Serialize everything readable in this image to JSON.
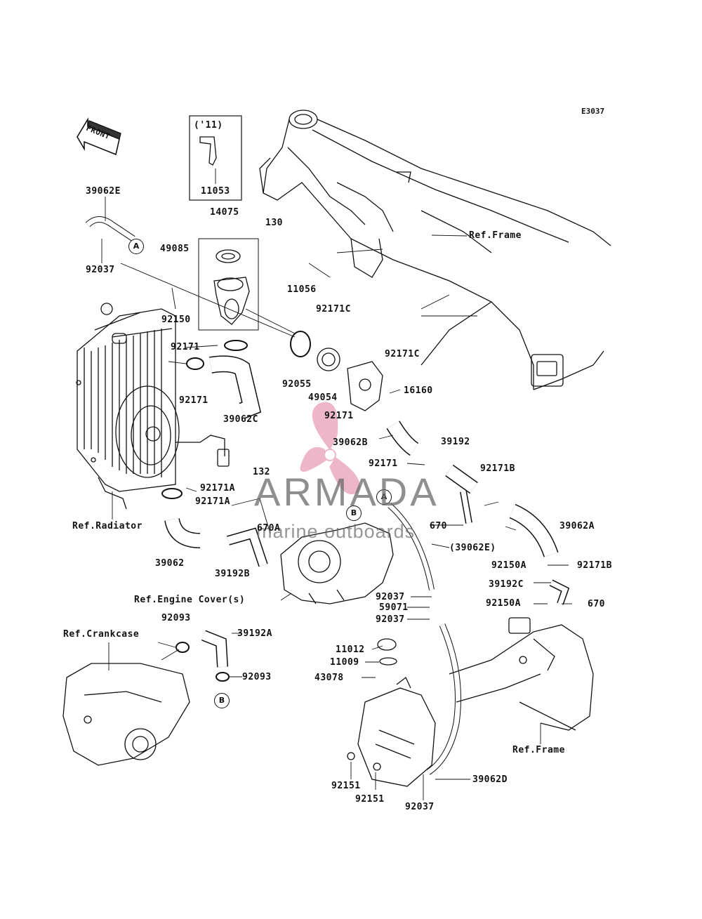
{
  "diagram_code": "E3037",
  "front_label": "FRONT",
  "year_note": "('11)",
  "watermark": {
    "title": "ARMADA",
    "subtitle": "marine outboards"
  },
  "callouts": {
    "a": "A",
    "b": "B"
  },
  "parts": {
    "p39062E": "39062E",
    "p92037_top": "92037",
    "p11053": "11053",
    "p14075": "14075",
    "p49085": "49085",
    "p130": "130",
    "p11056": "11056",
    "p92171C_1": "92171C",
    "p92171C_2": "92171C",
    "p92150": "92150",
    "p92171_a": "92171",
    "p92171_b": "92171",
    "p92055": "92055",
    "p49054": "49054",
    "p16160": "16160",
    "p39062C": "39062C",
    "p92171_c": "92171",
    "p39062B": "39062B",
    "p39192": "39192",
    "p92171_d": "92171",
    "p92171B_1": "92171B",
    "p132": "132",
    "p92171A_1": "92171A",
    "p92171A_2": "92171A",
    "p670A": "670A",
    "p670_1": "670",
    "p39062A": "39062A",
    "p39062E_ref": "(39062E)",
    "p92150A_1": "92150A",
    "p92171B_2": "92171B",
    "p39192C": "39192C",
    "p92150A_2": "92150A",
    "p670_2": "670",
    "p39062": "39062",
    "p39192B": "39192B",
    "p92037_a": "92037",
    "p59071": "59071",
    "p92037_b": "92037",
    "p92093_1": "92093",
    "p39192A": "39192A",
    "p92093_2": "92093",
    "p11012": "11012",
    "p11009": "11009",
    "p43078": "43078",
    "p92151_1": "92151",
    "p92151_2": "92151",
    "p92037_c": "92037",
    "p39062D": "39062D"
  },
  "refs": {
    "frame_top": "Ref.Frame",
    "radiator": "Ref.Radiator",
    "engine_cover": "Ref.Engine Cover(s)",
    "crankcase": "Ref.Crankcase",
    "frame_bottom": "Ref.Frame"
  },
  "colors": {
    "ink": "#111111",
    "watermark_pink": "#e8a0b8",
    "watermark_gray": "#6a6a6a"
  }
}
